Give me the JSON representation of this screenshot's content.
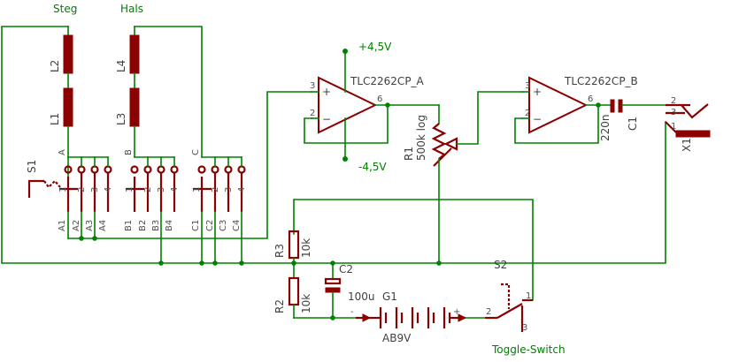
{
  "labels": {
    "steg": "Steg",
    "hals": "Hals",
    "vplus": "+4,5V",
    "vminus": "-4,5V",
    "opa": "TLC2262CP_A",
    "opb": "TLC2262CP_B",
    "r1_name": "R1",
    "r1_value": "500k log",
    "r2_name": "R2",
    "r2_value": "10k",
    "r3_name": "R3",
    "r3_value": "10k",
    "c1_name": "C1",
    "c1_value": "220n",
    "c2_name": "C2",
    "c2_value": "100u",
    "g1_name": "G1",
    "g1_value": "AB9V",
    "s1_name": "S1",
    "s2_name": "S2",
    "x1_name": "X1",
    "toggle": "Toggle-Switch",
    "l1": "L1",
    "l2": "L2",
    "l3": "L3",
    "l4": "L4"
  },
  "pins": {
    "opa_in_plus": "3",
    "opa_in_minus": "2",
    "opa_out": "6",
    "opb_in_plus": "3",
    "opb_in_minus": "2",
    "opb_out": "6",
    "x1_p1": "1",
    "x1_p2": "2",
    "x1_p3": "3",
    "s2_p1": "1",
    "s2_p2": "2",
    "s2_p3": "3",
    "batt_minus": "-",
    "batt_plus": "+"
  },
  "switch_s1": {
    "common": [
      "A",
      "B",
      "C"
    ],
    "positions": [
      "1",
      "2",
      "3",
      "4"
    ],
    "terminals": [
      "A1",
      "A2",
      "A3",
      "A4",
      "B1",
      "B2",
      "B3",
      "B4",
      "C1",
      "C2",
      "C3",
      "C4"
    ]
  }
}
